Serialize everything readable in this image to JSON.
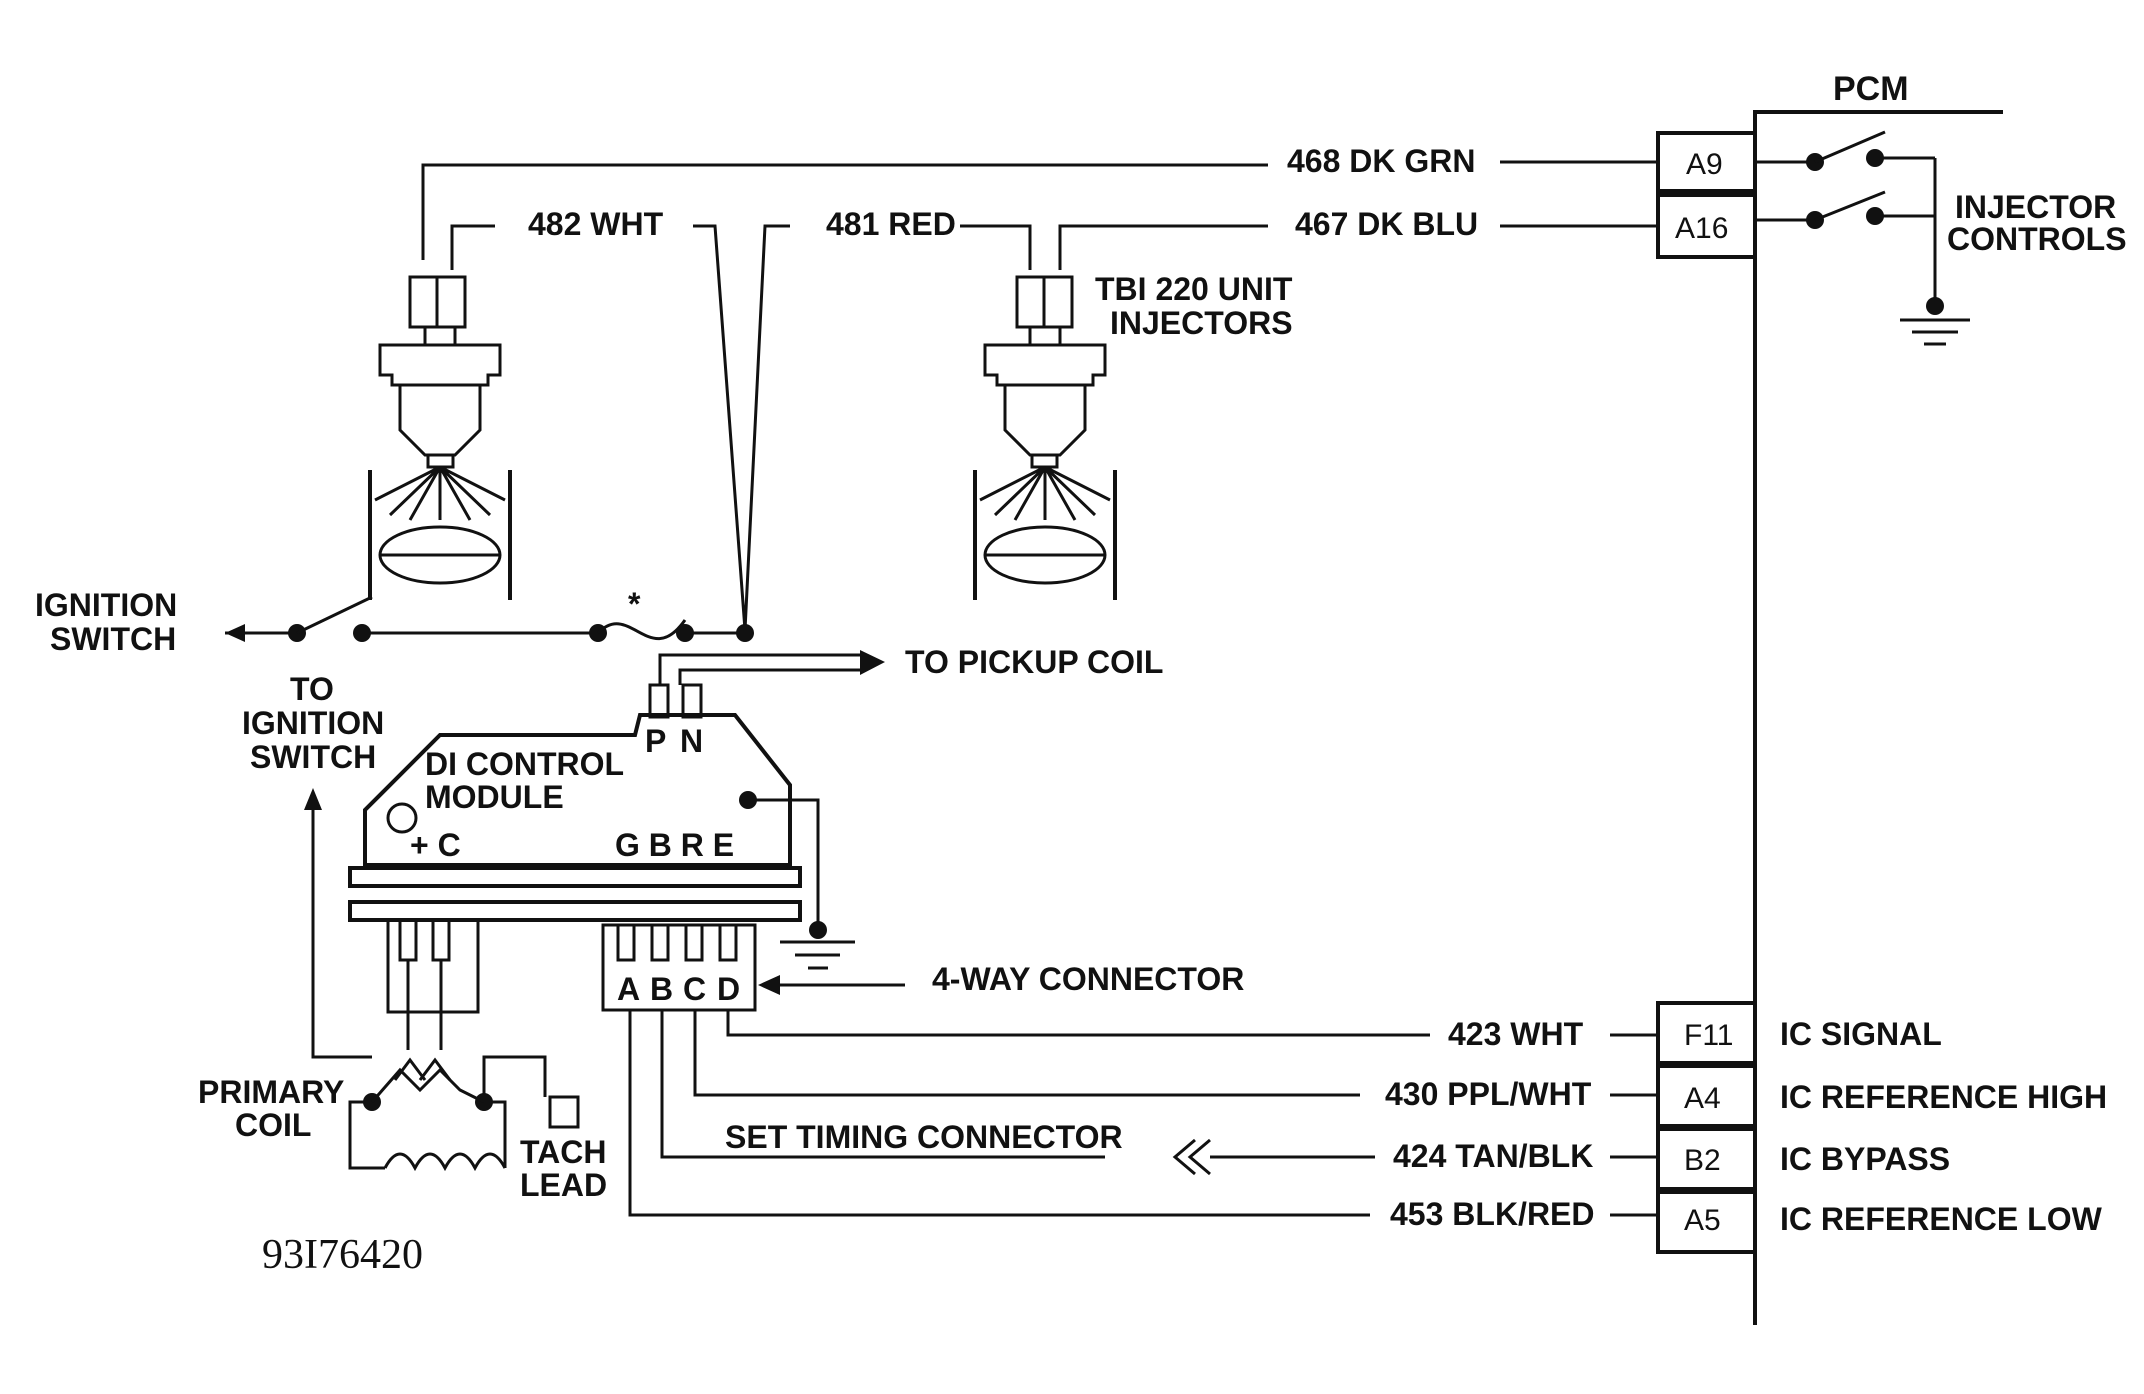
{
  "pcm": {
    "title": "PCM",
    "group_label_1": "INJECTOR",
    "group_label_2": "CONTROLS"
  },
  "injectors": {
    "label_1": "TBI 220 UNIT",
    "label_2": "INJECTORS"
  },
  "wires_top": [
    {
      "id": "468",
      "label": "468 DK GRN",
      "pin": "A9"
    },
    {
      "id": "467",
      "label": "467 DK BLU",
      "pin": "A16"
    },
    {
      "id": "482",
      "label": "482 WHT"
    },
    {
      "id": "481",
      "label": "481 RED"
    }
  ],
  "ignition": {
    "label_1": "IGNITION",
    "label_2": "SWITCH",
    "fuse_mark": "*"
  },
  "pickup": {
    "label": "TO  PICKUP COIL"
  },
  "to_ign": {
    "label_1": "TO",
    "label_2": "IGNITION",
    "label_3": "SWITCH"
  },
  "module": {
    "label_1": "DI CONTROL",
    "label_2": "MODULE",
    "p": "P",
    "n": "N",
    "plus_c": "+ C",
    "gbre": "G B R E"
  },
  "connector": {
    "label": "4-WAY CONNECTOR",
    "pins": [
      "A",
      "B",
      "C",
      "D"
    ]
  },
  "coil": {
    "label_1": "PRIMARY",
    "label_2": "COIL",
    "tach_1": "TACH",
    "tach_2": "LEAD"
  },
  "set_timing": "SET TIMING CONNECTOR",
  "circuits": [
    {
      "wire": "423 WHT",
      "pin": "F11",
      "desc": "IC SIGNAL"
    },
    {
      "wire": "430 PPL/WHT",
      "pin": "A4",
      "desc": "IC REFERENCE HIGH"
    },
    {
      "wire": "424 TAN/BLK",
      "pin": "B2",
      "desc": "IC BYPASS"
    },
    {
      "wire": "453 BLK/RED",
      "pin": "A5",
      "desc": "IC REFERENCE LOW"
    }
  ],
  "figure_code": "93I76420"
}
